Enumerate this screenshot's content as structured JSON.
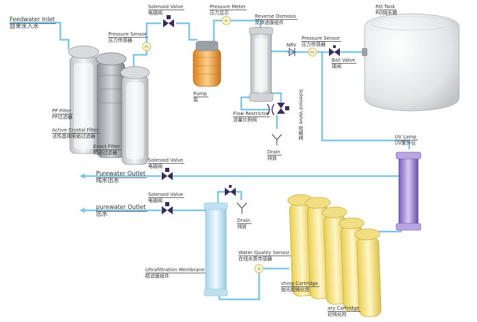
{
  "labels": {
    "feedwater": {
      "en": "Feedwater Inlet",
      "zh": "自来水入水"
    },
    "solenoid_top": {
      "en": "Solenoid Valve",
      "zh": "电磁阀"
    },
    "pressure_sensor_1": {
      "en": "Pressure Sensor",
      "zh": "压力传感器"
    },
    "pressure_meter": {
      "en": "Pressure Meter",
      "zh": "压力显示"
    },
    "reverse_osmosis": {
      "en": "Reverse Osmosis",
      "zh": "反渗透膜组件"
    },
    "ro_tank": {
      "en": "RO Tank",
      "zh": "RO纯水箱"
    },
    "nrv": {
      "en": "NRV"
    },
    "pressure_sensor_2": {
      "en": "Pressure Sensor",
      "zh": "压力传感器"
    },
    "ball_valve": {
      "en": "Ball Valve",
      "zh": "球阀"
    },
    "pump": {
      "en": "Pump",
      "zh": "泵"
    },
    "pp_filter": {
      "en": "PP Filter",
      "zh": "PP过滤器"
    },
    "crystal_filter": {
      "en": "Active Crystal Filter",
      "zh": "活性晶体阻垢过滤器"
    },
    "exact_filter": {
      "en": "Exact Filter",
      "zh": "精密过滤器"
    },
    "flow_restrictor": {
      "en": "Flow Restrictor",
      "zh": "流量比例阀"
    },
    "solenoid_vertical": "Solenoid Valve 电磁阀",
    "drain_1": {
      "en": "Drain",
      "zh": "排放"
    },
    "uv_lamp": {
      "en": "UV Lamp",
      "zh": "UV紫外仪"
    },
    "solenoid_mid": {
      "en": "Solenoid Valve",
      "zh": "电磁阀"
    },
    "purewater_outlet_1": {
      "en": "Purewater Outlet",
      "zh": "纯水出水"
    },
    "solenoid_low": {
      "en": "Solenoid Valve",
      "zh": "电磁阀"
    },
    "purewater_outlet_2": {
      "en": "purewater Outlet",
      "zh": "出水"
    },
    "drain_2": {
      "en": "Drain",
      "zh": "排放"
    },
    "water_quality_sensor": {
      "en": "Water Quality Sensor",
      "zh": "在线水质传感器"
    },
    "uf_membrane": {
      "en": "Ultrafiltration Membrane",
      "zh": "超滤膜组件"
    },
    "polishing_cartridge": {
      "en": "shing Cartridge",
      "zh": "抛光超纯化柱"
    },
    "primary_cartridge": {
      "en": "ary Cartridge",
      "zh": "初纯化柱"
    }
  },
  "gauges": {
    "ps1": "PS",
    "pi": "PI",
    "ps2": "PS",
    "ri": "RI"
  },
  "colors": {
    "pipe": "#7ec6e3",
    "valve": "#3b2a5c",
    "pump": "#f0a640",
    "cartridge": "#f3df7a",
    "uv": "#a990d6",
    "uf": "#cde9f5"
  }
}
